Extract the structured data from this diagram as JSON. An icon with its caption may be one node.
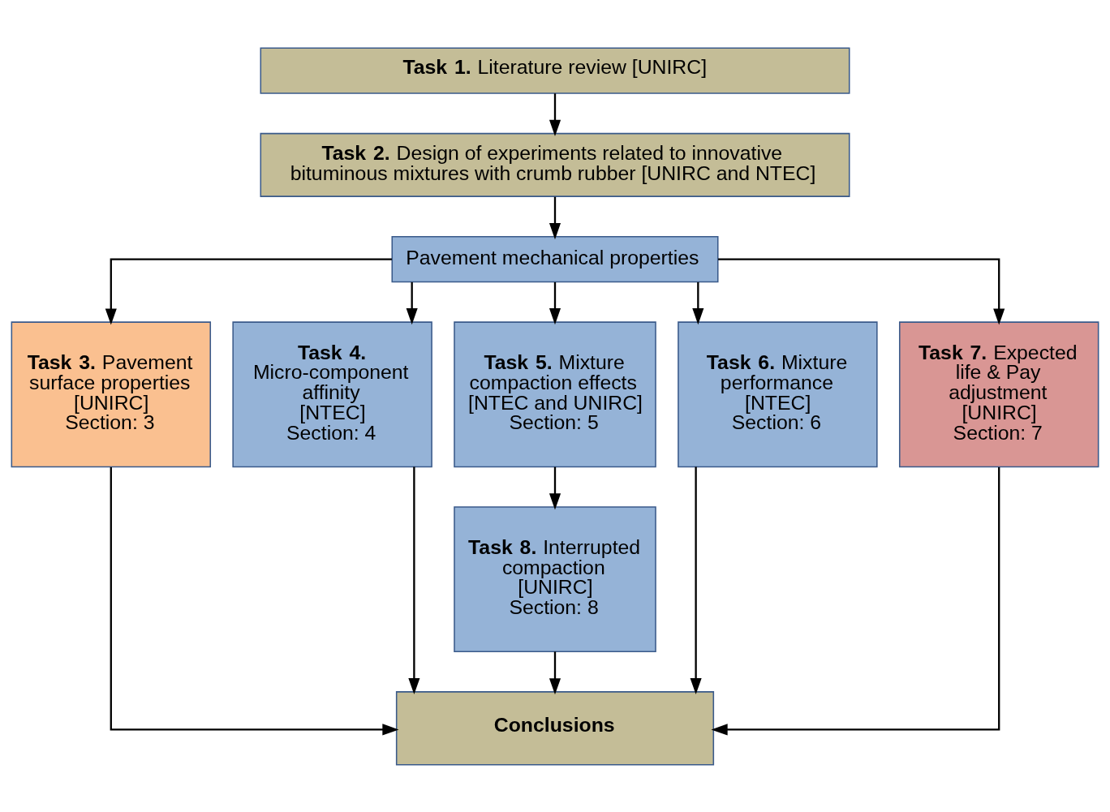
{
  "diagram": {
    "nodes": [
      {
        "text": [
          "**Task 1.** Literature review [UNIRC]"
        ]
      },
      {
        "text": [
          "**Task 2.** Design of experiments related to innovative bituminous mixtures with crumb rubber [UNIRC and NTEC]"
        ]
      },
      {
        "text": [
          "Pavement mechanical properties"
        ]
      },
      {
        "text": [
          "**Task 3.** Pavement surface properties",
          "[UNIRC]",
          "Section: 3"
        ]
      },
      {
        "text": [
          "**Task 4.** Micro-component affinity",
          "[NTEC]",
          "Section: 4"
        ]
      },
      {
        "text": [
          "**Task 5.** Mixture compaction effects",
          "[NTEC and UNIRC]",
          "Section: 5"
        ]
      },
      {
        "text": [
          "**Task 6.** Mixture performance",
          "[NTEC]",
          "Section: 6"
        ]
      },
      {
        "text": [
          "**Task 7.** Expected life & Pay adjustment",
          "[UNIRC]",
          "Section: 7"
        ]
      },
      {
        "text": [
          "**Task 8.** Interrupted compaction",
          "[UNIRC]",
          "Section: 8"
        ]
      },
      {
        "text": [
          "**Conclusions**"
        ]
      }
    ],
    "edges": [
      {
        "from": 0,
        "to": 1,
        "arrow": "to"
      },
      {
        "from": 1,
        "to": 2,
        "arrow": "to"
      },
      {
        "from": 2,
        "to": 3,
        "arrow": "to"
      },
      {
        "from": 2,
        "to": 4,
        "arrow": "to"
      },
      {
        "from": 2,
        "to": 5,
        "arrow": "to"
      },
      {
        "from": 2,
        "to": 6,
        "arrow": "to"
      },
      {
        "from": 2,
        "to": 7,
        "arrow": "to"
      },
      {
        "from": 5,
        "to": 8,
        "arrow": "to"
      },
      {
        "from": 3,
        "to": 9,
        "arrow": "to"
      },
      {
        "from": 4,
        "to": 9,
        "arrow": "to"
      },
      {
        "from": 8,
        "to": 9,
        "arrow": "to"
      },
      {
        "from": 6,
        "to": 9,
        "arrow": "to"
      },
      {
        "from": 7,
        "to": 9,
        "arrow": "to"
      }
    ]
  }
}
